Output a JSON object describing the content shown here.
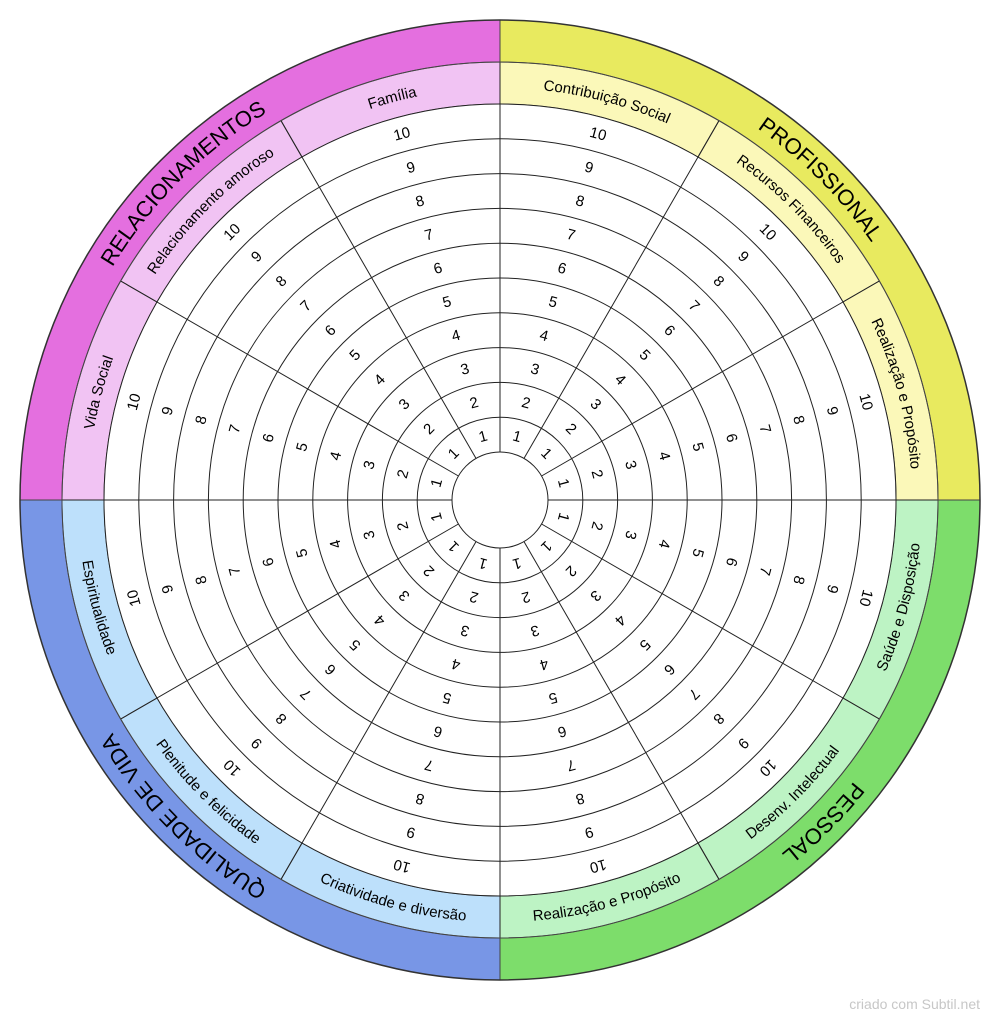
{
  "quadrants": [
    {
      "id": "profissional",
      "label": "PROFISSIONAL",
      "outer_color": "#e8ea5f",
      "inner_color": "#fbf8b9"
    },
    {
      "id": "pessoal",
      "label": "PESSOAL",
      "outer_color": "#7ddd6b",
      "inner_color": "#bdf3c4"
    },
    {
      "id": "qualidade-de-vida",
      "label": "QUALIDADE DE VIDA",
      "outer_color": "#7896e6",
      "inner_color": "#bde0fb"
    },
    {
      "id": "relacionamentos",
      "label": "RELACIONAMENTOS",
      "outer_color": "#e46fdf",
      "inner_color": "#f1c3f3"
    }
  ],
  "areas": [
    {
      "label": "Contribuição Social",
      "quadrant": 0
    },
    {
      "label": "Recursos Financeiros",
      "quadrant": 0
    },
    {
      "label": "Realização e Propósito",
      "quadrant": 0
    },
    {
      "label": "Saúde e Disposição",
      "quadrant": 1
    },
    {
      "label": "Desenv. Intelectual",
      "quadrant": 1
    },
    {
      "label": "Realização e Propósito",
      "quadrant": 1
    },
    {
      "label": "Criatividade e diversão",
      "quadrant": 2
    },
    {
      "label": "Plenitude e felicidade",
      "quadrant": 2
    },
    {
      "label": "Espiritualidade",
      "quadrant": 2
    },
    {
      "label": "Vida Social",
      "quadrant": 3
    },
    {
      "label": "Relacionamento amoroso",
      "quadrant": 3
    },
    {
      "label": "Família",
      "quadrant": 3
    }
  ],
  "scale": [
    "1",
    "2",
    "3",
    "4",
    "5",
    "6",
    "7",
    "8",
    "9",
    "10"
  ],
  "credit": "criado com Subtil.net"
}
